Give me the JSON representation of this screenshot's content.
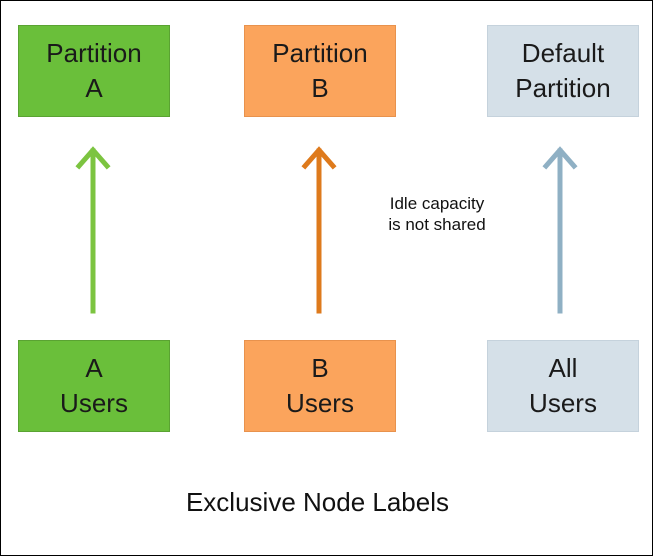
{
  "colors": {
    "partition_a": "#6abf3a",
    "partition_b": "#fba45c",
    "default_partition": "#d5e0e8",
    "arrow_a": "#7cc440",
    "arrow_b": "#de7a1c",
    "arrow_default": "#8fb0c4"
  },
  "partitions": {
    "a": {
      "line1": "Partition",
      "line2": "A"
    },
    "b": {
      "line1": "Partition",
      "line2": "B"
    },
    "default": {
      "line1": "Default",
      "line2": "Partition"
    }
  },
  "users": {
    "a": {
      "line1": "A",
      "line2": "Users"
    },
    "b": {
      "line1": "B",
      "line2": "Users"
    },
    "all": {
      "line1": "All",
      "line2": "Users"
    }
  },
  "note": {
    "line1": "Idle capacity",
    "line2": "is not shared"
  },
  "caption": "Exclusive Node Labels",
  "icons": [
    "arrow-up-icon",
    "arrow-up-icon",
    "arrow-up-icon"
  ]
}
